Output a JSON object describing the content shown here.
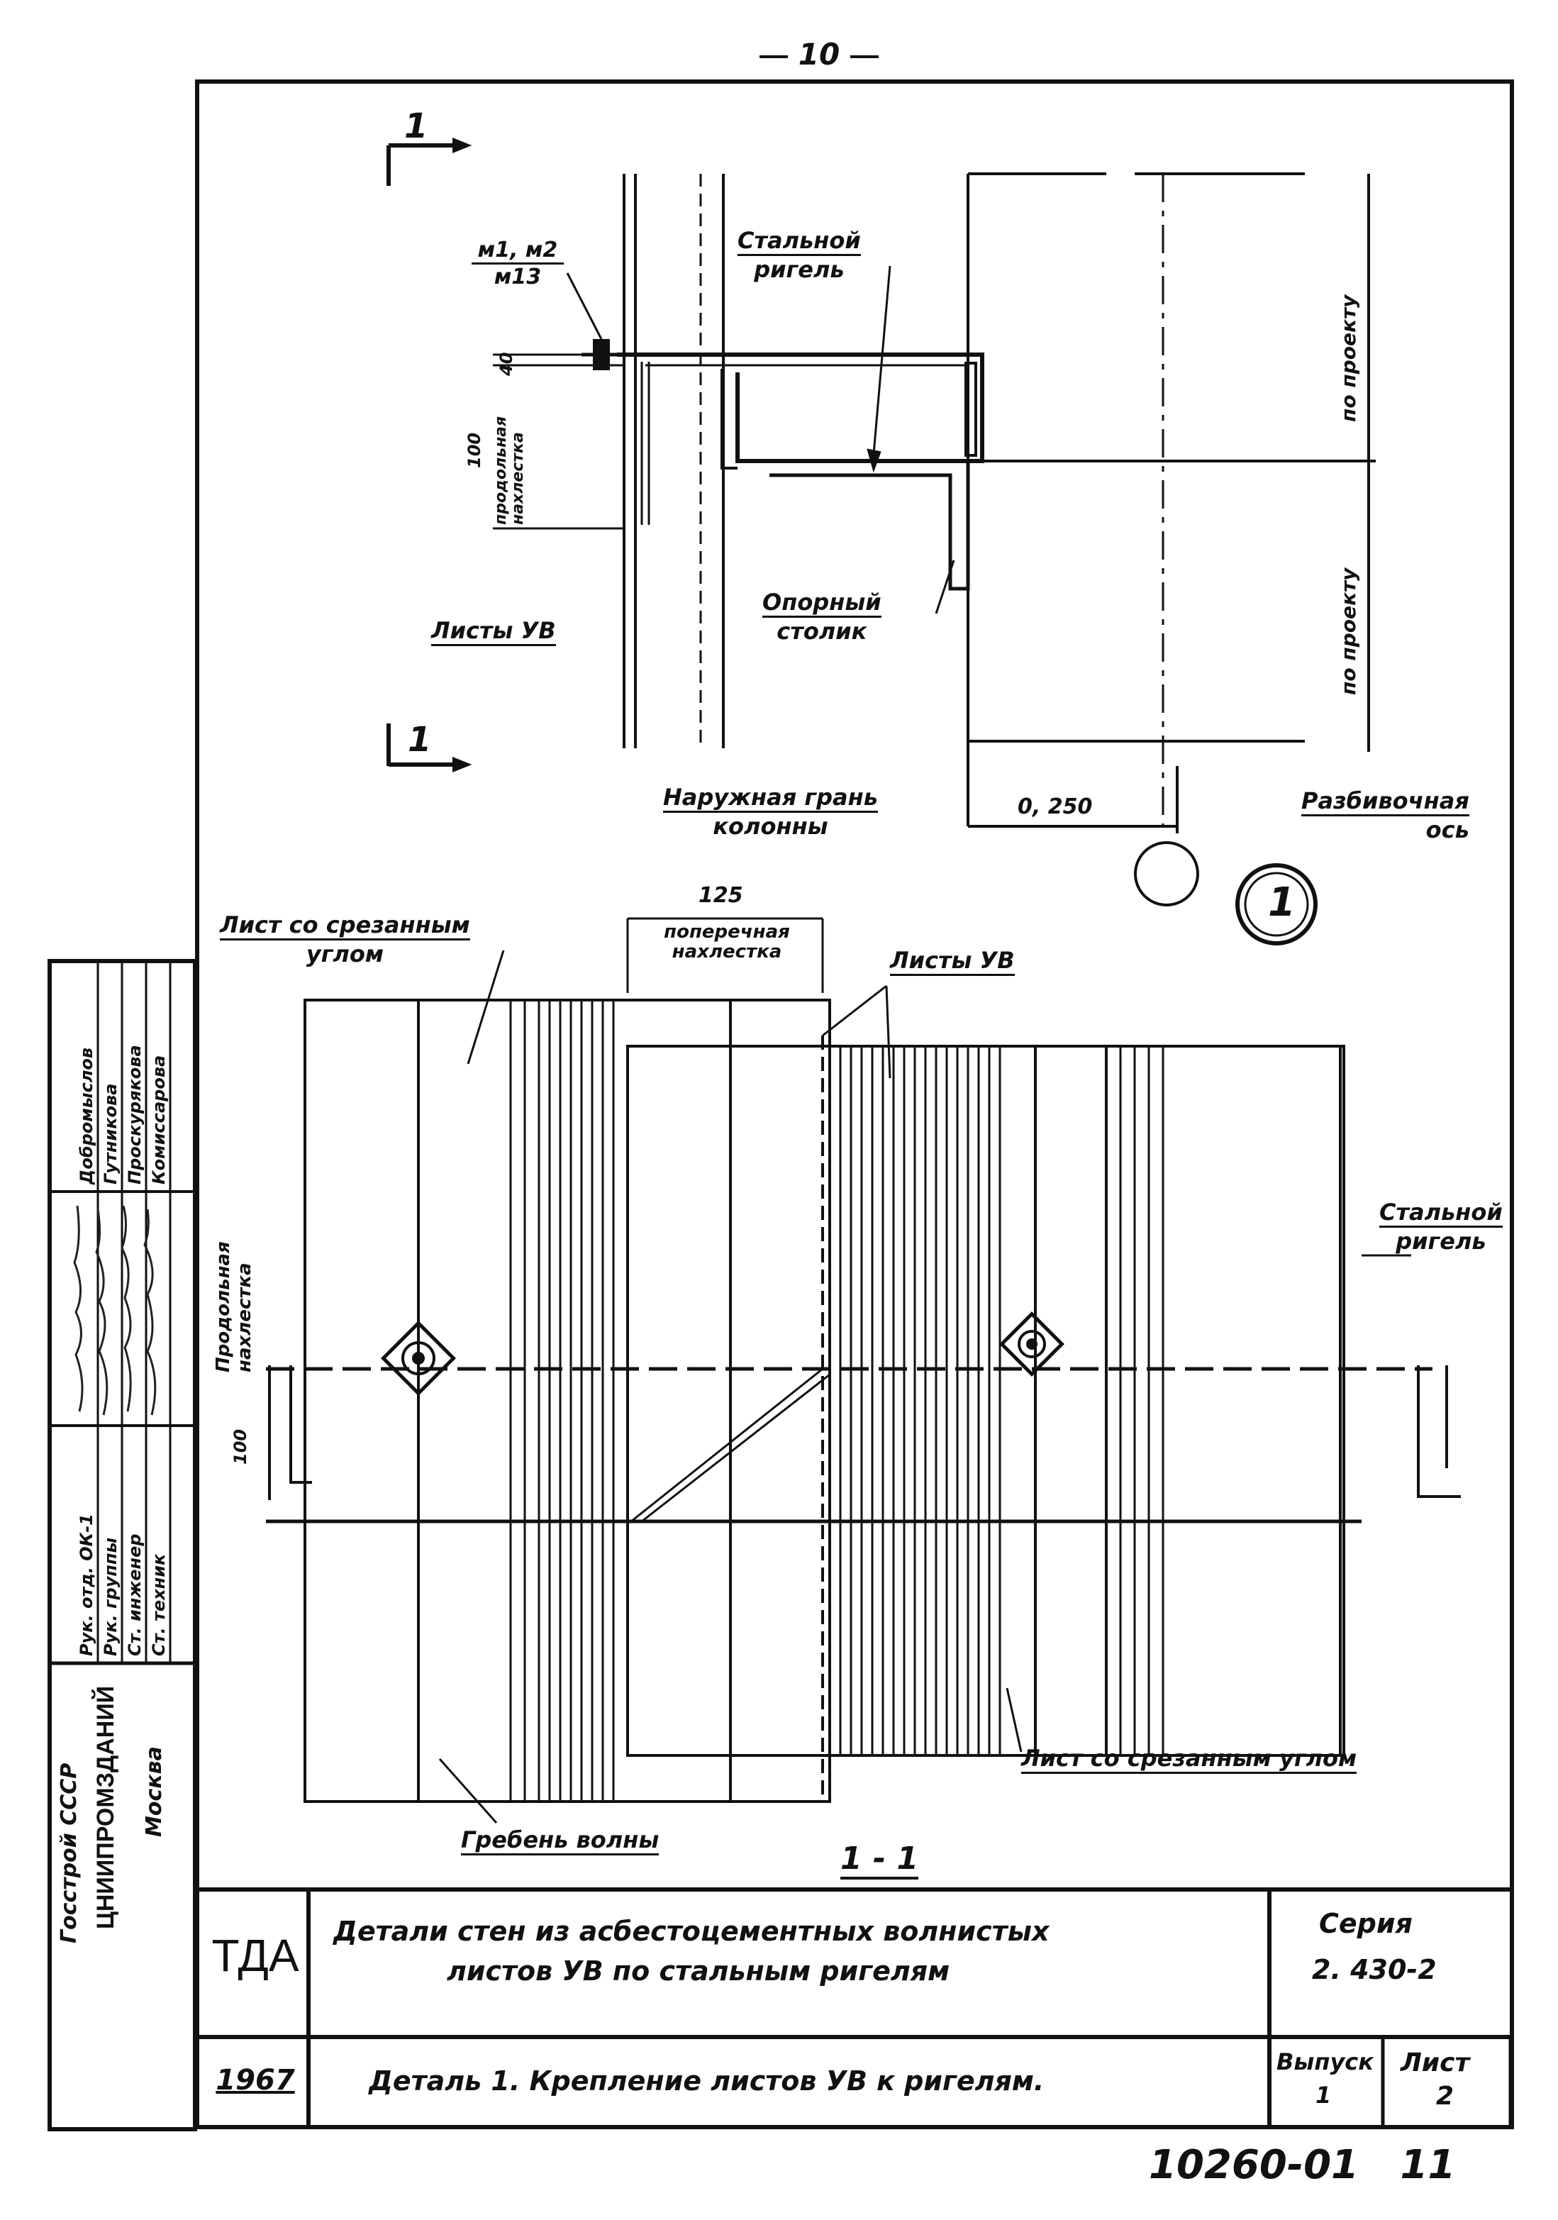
{
  "page_number": "10",
  "section_marks": {
    "top": "1",
    "bottom": "1"
  },
  "detail_a": {
    "fastener_label_line1": "м1, м2",
    "fastener_label_line2": "м13",
    "dim_40": "40",
    "dim_100": "100",
    "longitudinal_overlap_vertical": "продольная нахлестка",
    "steel_girt_line1": "Стальной",
    "steel_girt_line2": "ригель",
    "support_line1": "Опорный",
    "support_line2": "столик",
    "sheets_uv": "Листы УВ",
    "per_project_top": "по проекту",
    "per_project_bottom": "по проекту",
    "outer_face_line1": "Наружная грань",
    "outer_face_line2": "колонны",
    "offset": "0, 250",
    "alignment_axis_line1": "Разбивочная",
    "alignment_axis_line2": "ось",
    "detail_marker": "1"
  },
  "detail_b": {
    "cut_sheet_top_line1": "Лист со срезанным",
    "cut_sheet_top_line2": "углом",
    "dim_125": "125",
    "transverse_overlap_line1": "поперечная",
    "transverse_overlap_line2": "нахлестка",
    "sheets_uv": "Листы УВ",
    "longitudinal_overlap_vertical": "Продольная нахлестка",
    "dim_100": "100",
    "steel_girt_line1": "Стальной",
    "steel_girt_line2": "ригель",
    "cut_sheet_bottom": "Лист со срезанным углом",
    "wave_crest": "Гребень волны",
    "section_title": "1 - 1"
  },
  "side_stamp": {
    "org_line1": "Госстрой СССР",
    "org_line2": "ЦНИИПРОМЗДАНИЙ",
    "org_line3": "Москва",
    "roles": [
      "Рук. отд. ОК-1",
      "Рук. группы",
      "Ст. инженер",
      "Ст. техник"
    ],
    "names": [
      "Добромыслов",
      "Гутникова",
      "Проскурякова",
      "Комиссарова"
    ]
  },
  "title_block": {
    "code": "ТДА",
    "year": "1967",
    "title_line1": "Детали стен из асбестоцементных волнистых",
    "title_line2": "листов УВ по стальным ригелям",
    "subtitle": "Деталь 1. Крепление листов УВ к ригелям.",
    "series_label": "Серия",
    "series_value": "2. 430-2",
    "issue_label": "Выпуск",
    "issue_value": "1",
    "sheet_label": "Лист",
    "sheet_value": "2"
  },
  "archive_number": "10260-01   11"
}
